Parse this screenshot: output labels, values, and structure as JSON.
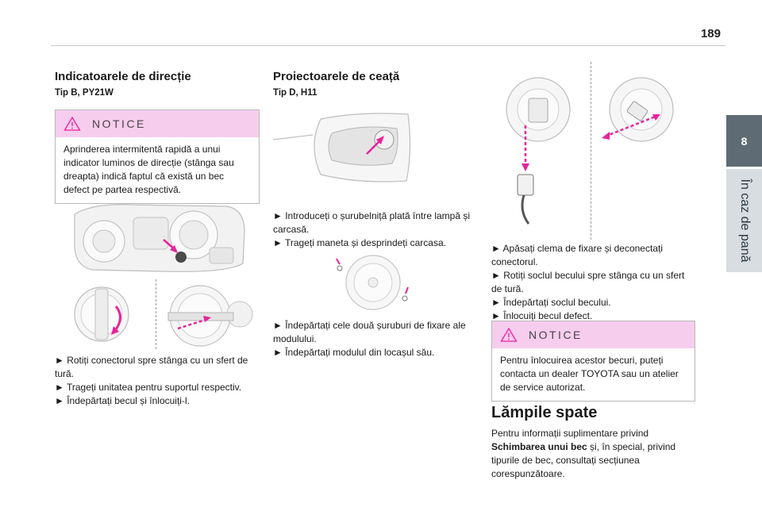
{
  "header": {
    "page_number": "189"
  },
  "side_tab": {
    "chapter_number": "8",
    "chapter_title": "În caz de pană"
  },
  "col1": {
    "heading": "Indicatoarele de direcție",
    "subheading": "Tip B, PY21W",
    "notice": {
      "title": "NOTICE",
      "text": "Aprinderea intermitentă rapidă a unui indicator luminos de direcție (stânga sau dreapta) indică faptul că există un bec defect pe partea respectivă."
    },
    "steps": [
      "►  Rotiți conectorul spre stânga cu un sfert de tură.",
      "► Trageți unitatea pentru suportul respectiv.",
      "► Îndepărtați becul și înlocuiți-l."
    ]
  },
  "col2": {
    "heading": "Proiectoarele de ceață",
    "subheading": "Tip D, H11",
    "steps_a": [
      "► Introduceți o șurubelniță plată între lampă și carcasă.",
      "► Trageți maneta și desprindeți carcasa."
    ],
    "steps_b": [
      "► Îndepărtați cele două șuruburi de fixare ale modulului.",
      "► Îndepărtați modulul din locașul său."
    ]
  },
  "col3": {
    "steps": [
      "► Apăsați clema de fixare și deconectați conectorul.",
      "► Rotiți soclul becului spre stânga cu un sfert de tură.",
      "► Îndepărtați soclul becului.",
      "► Înlocuiți becul defect."
    ],
    "notice": {
      "title": "NOTICE",
      "text": "Pentru înlocuirea acestor becuri, puteți contacta un dealer TOYOTA sau un atelier de service autorizat."
    },
    "rear_heading": "Lămpile spate",
    "rear_text_1": "Pentru informații suplimentare privind",
    "rear_text_bold": "Schimbarea unui bec",
    "rear_text_2": " și, în special, privind tipurile de bec, consultați secțiunea corespunzătoare."
  },
  "colors": {
    "accent_magenta": "#e8239c",
    "notice_header": "#f7cdee",
    "tab_dark": "#5e6b74",
    "tab_light": "#d8dde1"
  }
}
